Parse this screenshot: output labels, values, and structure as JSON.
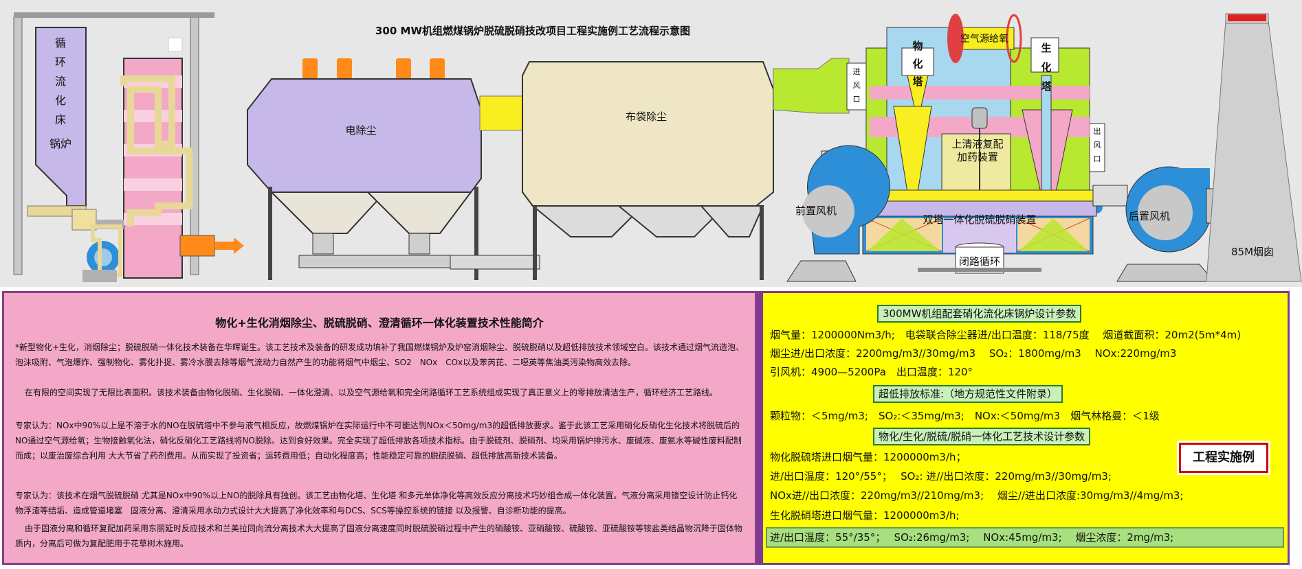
{
  "diagram": {
    "title": "300 MW机组燃煤锅炉脱硫脱硝技改项目工程实施例工艺流程示意图",
    "boiler_label": [
      "循",
      "环",
      "流",
      "化",
      "床",
      "锅炉"
    ],
    "esp_label": "电除尘",
    "bag_label": "布袋除尘",
    "inlet_label": [
      "进",
      "风",
      "口"
    ],
    "outlet_label": [
      "出",
      "风",
      "口"
    ],
    "physchem_tower_label": [
      "物",
      "化",
      "塔"
    ],
    "bio_tower_label": [
      "生",
      "化",
      "塔"
    ],
    "air_oxygen_label": "空气源给氧",
    "dosing_label_1": "上清液复配",
    "dosing_label_2": "加药装置",
    "front_fan_label": "前置风机",
    "rear_fan_label": "后置风机",
    "twin_tower_label": "双塔一体化脱硫脱硝装置",
    "closed_loop_label": "闭路循环",
    "chimney_label": "85M烟囱"
  },
  "left_panel": {
    "title": "物化+生化消烟除尘、脱硫脱硝、澄清循环一体化装置技术性能简介",
    "p1": "*新型物化+生化，消烟除尘；脱硫脱硝一体化技术装备在华晖诞生。该工艺技术及装备的研发成功填补了我国燃煤锅炉及炉窑消烟除尘、脱硫脱硝以及超低排放技术领域空白。该技术通过烟气流造泡、泡沫吸附、气泡爆炸、强制物化、雾化扑捉、雾冷水膜去除等烟气流动力自然产生的功能将烟气中烟尘、SO2　NOx　COx以及苯芮芘、二噁英等焦油类污染物高效去除。",
    "p2": "在有限的空间实现了无限比表面积。该技术装备由物化脱硝、生化脱硝、一体化澄清、以及空气源给氧和完全闭路循环工艺系统组成实现了真正意义上的零排放清洁生产，循环经济工艺路线。",
    "p3": "专家认为：NOx中90%以上是不溶于水的NO在脱硫塔中不参与液气相反应，故燃煤锅炉在实际运行中不可能达到NOx＜50mg/m3的超低排放要求。鉴于此该工艺采用硝化反硝化生化技术将脱硫后的NO通过空气源给氧；生物接触氧化法，硝化反硝化工艺路线将NO脱除。达到食好效果。完全实现了超低排放各项技术指标。由于脱硫剂、脱硝剂、均采用锅炉排污水、废碱液、废氨水等碱性废料配制而成；以废治废综合利用 大大节省了药剂费用。从而实现了投资省；运转费用低；自动化程度高；性能稳定可靠的脱硫脱硝、超低排放高新技术装备。",
    "p4": "专家认为：该技术在烟气脱硫脱硝 尤其是NOx中90%以上NO的脱除具有独创。该工艺由物化塔、生化塔 和多元单体净化等高效反应分离技术巧妙组合成一体化装置。气液分离采用镂空设计防止钙化物浮渣等结垢、造成管道堵塞　固液分离、澄清采用水动力式设计大大提高了净化效率和与DCS、SCS等操控系统的链接 以及报警、自诊断功能的提高。",
    "p5": "由于固液分离和循环复配加药采用东丽延时反应技术和兰美拉同向流分离技术大大提高了固液分离速度同时脱硫脱硝过程中产生的硝酸铵、亚硝酸铵、硫酸铵、亚硫酸铵等铵盐类结晶物沉降于固体物质内，分离后可做为复配肥用于花草树木施用。"
  },
  "right_panel": {
    "title1": "300MW机组配套硝化流化床锅炉设计参数",
    "line1": "烟气量：1200000Nm3/h;　电袋联合除尘器进/出口温度：118/75度　 烟道截面积：20m2(5m*4m)",
    "line2": "烟尘进/出口浓度：2200mg/m3//30mg/m3　 SO₂：1800mg/m3　 NOx:220mg/m3",
    "line3": "引风机：4900—5200Pa　出口温度：120°",
    "title2": "超低排放标准:（地方规范性文件附录）",
    "line4": "颗粒物：＜5mg/m3;　SO₂:＜35mg/m3;　NOx:＜50mg/m3　烟气林格曼：＜1级",
    "title3": "物化/生化/脱硫/脱硝一体化工艺技术设计参数",
    "line5": "物化脱硫塔进口烟气量：1200000m3/h；",
    "line6": " 进/出口温度：120°/55°；　 SO₂: 进//出口浓度：220mg/m3//30mg/m3;",
    "line7": " NOx进//出口浓度：220mg/m3//210mg/m3;　 烟尘//进出口浓度:30mg/m3//4mg/m3;",
    "line8": "生化脱硝塔进口烟气量：1200000m3/h;",
    "line9": "进/出口温度：55°/35°；　 SO₂:26mg/m3;　 NOx:45mg/m3;　 烟尘浓度：2mg/m3;",
    "badge": "工程实施例"
  }
}
